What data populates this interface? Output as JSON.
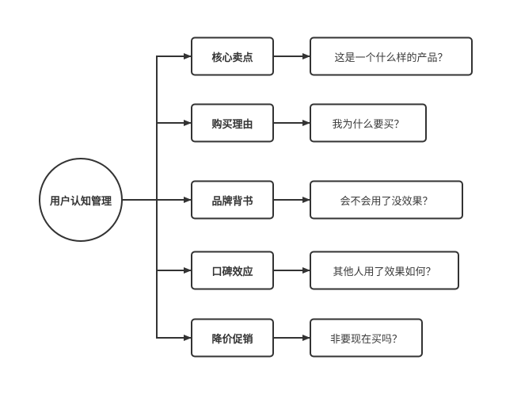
{
  "root": {
    "label": "用户认知管理"
  },
  "branches": [
    {
      "label": "核心卖点",
      "question": "这是一个什么样的产品？"
    },
    {
      "label": "购买理由",
      "question": "我为什么要买？"
    },
    {
      "label": "品牌背书",
      "question": "会不会用了没效果？"
    },
    {
      "label": "口碑效应",
      "question": "其他人用了效果如何？"
    },
    {
      "label": "降价促销",
      "question": "非要现在买吗？"
    }
  ],
  "colors": {
    "stroke": "#333333",
    "background": "#ffffff",
    "text": "#333333"
  }
}
